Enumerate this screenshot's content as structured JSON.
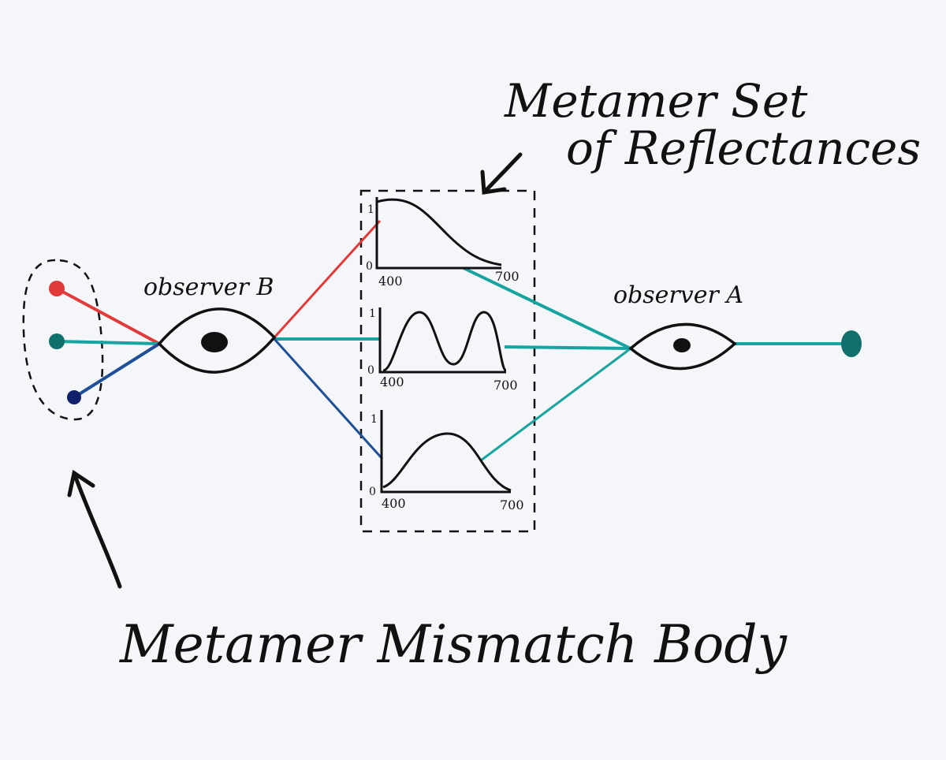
{
  "labels": {
    "title_top_line1": "Metamer Set",
    "title_top_line2": "of Reflectances",
    "observer_b": "observer B",
    "observer_a": "observer A",
    "title_bottom": "Metamer Mismatch Body"
  },
  "graphs": [
    {
      "y_top": "1",
      "y_bottom": "0",
      "x_min": "400",
      "x_max": "700"
    },
    {
      "y_top": "1",
      "y_bottom": "0",
      "x_min": "400",
      "x_max": "700"
    },
    {
      "y_top": "1",
      "y_bottom": "0",
      "x_min": "400",
      "x_max": "700"
    }
  ],
  "colors": {
    "ink": "#111111",
    "red": "#e03a3a",
    "teal": "#17a3a0",
    "teal_dark": "#0e6f6c",
    "blue": "#1f4f96",
    "blue_dark": "#10206a"
  }
}
